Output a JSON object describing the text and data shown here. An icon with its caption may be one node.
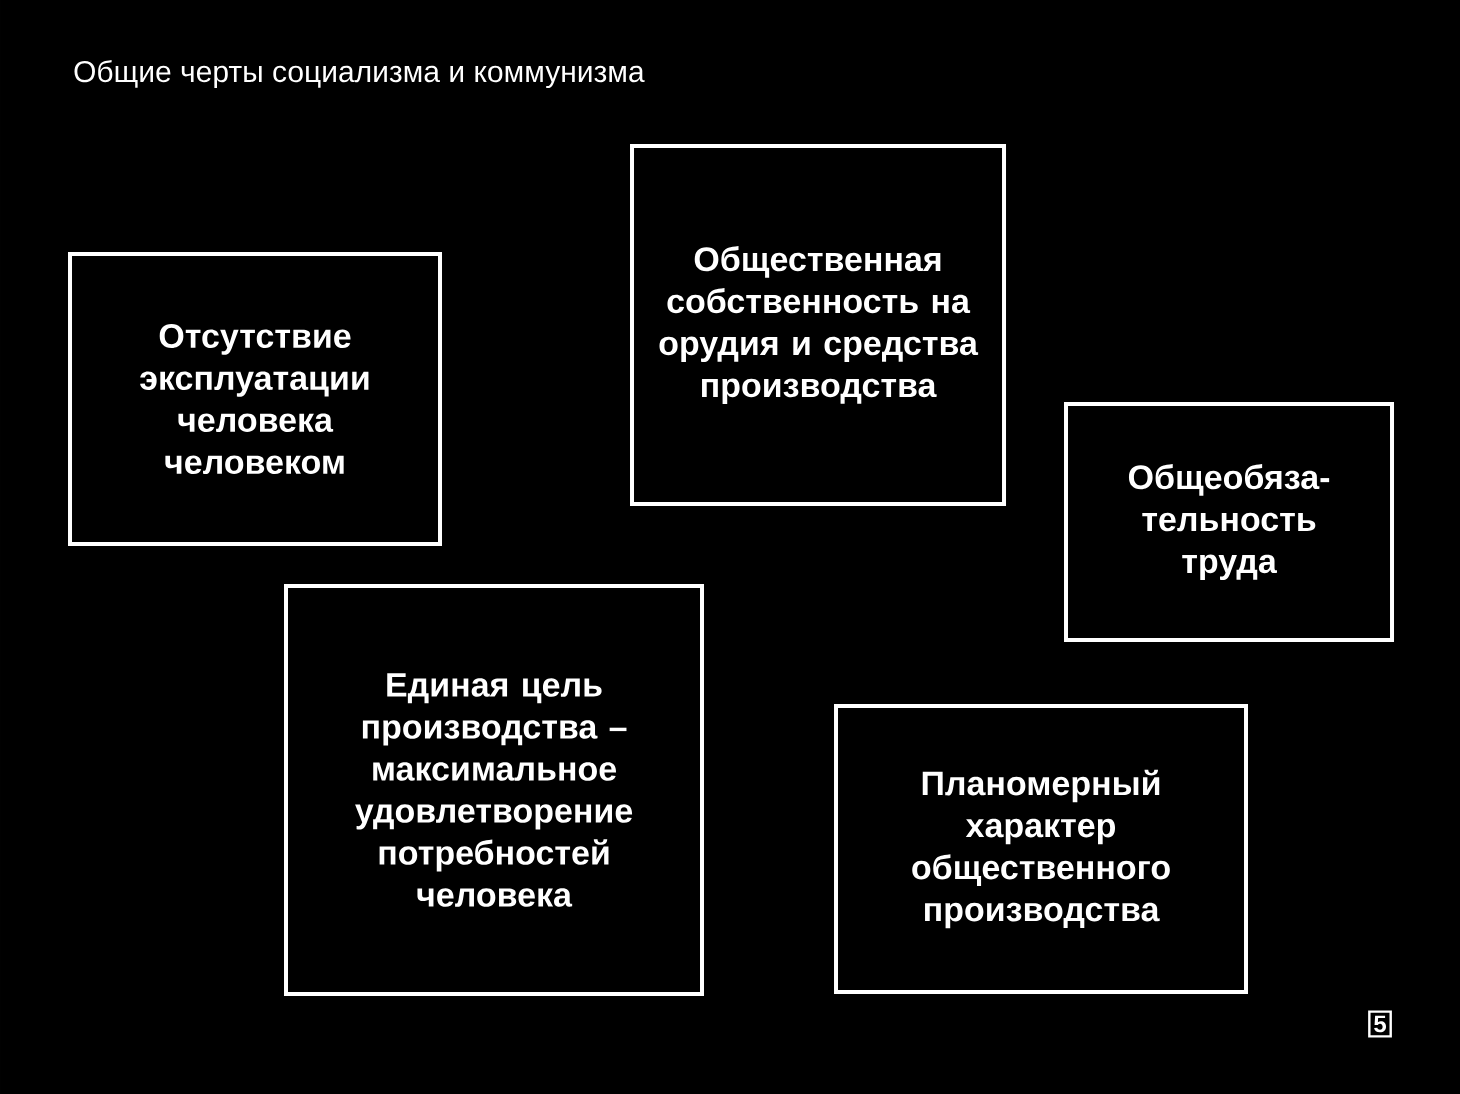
{
  "diagram": {
    "title": "Общие черты социализма и коммунизма",
    "nodes": [
      {
        "text": [
          "Отсутствие эксплуатации человека человеком"
        ]
      },
      {
        "text": [
          "Общественная собственность на орудия и средства производства"
        ]
      },
      {
        "text": [
          "Общеобяза-тельность труда"
        ]
      },
      {
        "text": [
          "Единая цель производства – максимальное удовлетворение потребностей человека"
        ]
      },
      {
        "text": [
          "Планомерный характер общественного производства"
        ]
      }
    ],
    "labels": [
      "5"
    ]
  }
}
